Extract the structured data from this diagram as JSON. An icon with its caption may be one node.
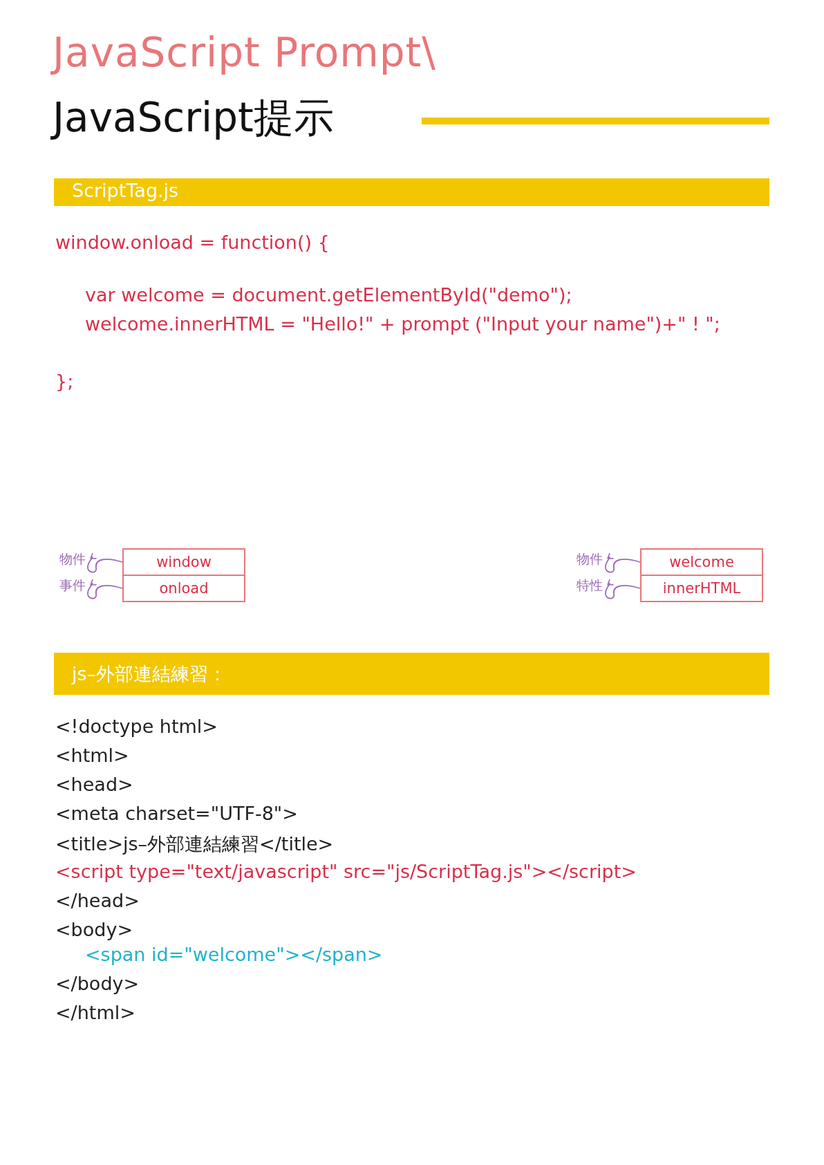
{
  "diagram": {
    "title": "JavaScript Prompt\\",
    "nodes": [
      {
        "text": [
          "物件"
        ]
      },
      {
        "text": [
          "window"
        ]
      },
      {
        "text": [
          "事件"
        ]
      },
      {
        "text": [
          "onload"
        ]
      },
      {
        "text": [
          "物件"
        ]
      },
      {
        "text": [
          "welcome"
        ]
      },
      {
        "text": [
          "特性"
        ]
      },
      {
        "text": [
          "innerHTML"
        ]
      }
    ],
    "edges": [
      {
        "from": 1,
        "to": 0,
        "arrow": "to"
      },
      {
        "from": 3,
        "to": 2,
        "arrow": "to"
      },
      {
        "from": 5,
        "to": 4,
        "arrow": "to"
      },
      {
        "from": 7,
        "to": 6,
        "arrow": "to"
      }
    ],
    "labels": [
      "JavaScript提示",
      "ScriptTag.js",
      "window.onload = function() {",
      "var welcome = document.getElementById(\"demo\");",
      "welcome.innerHTML = \"Hello!\" + prompt (\"Input your name\")+\" ! \";",
      "};",
      "js–外部連結練習：",
      "<!doctype html>",
      "<html>",
      "<head>",
      "<meta charset=\"UTF-8\">",
      "<title>js–外部連結練習</title>",
      "<script type=\"text/javascript\" src=\"js/ScriptTag.js\"></script>",
      "</head>",
      "<body>",
      "<span id=\"welcome\"></span>",
      "</body>",
      "</html>"
    ]
  }
}
